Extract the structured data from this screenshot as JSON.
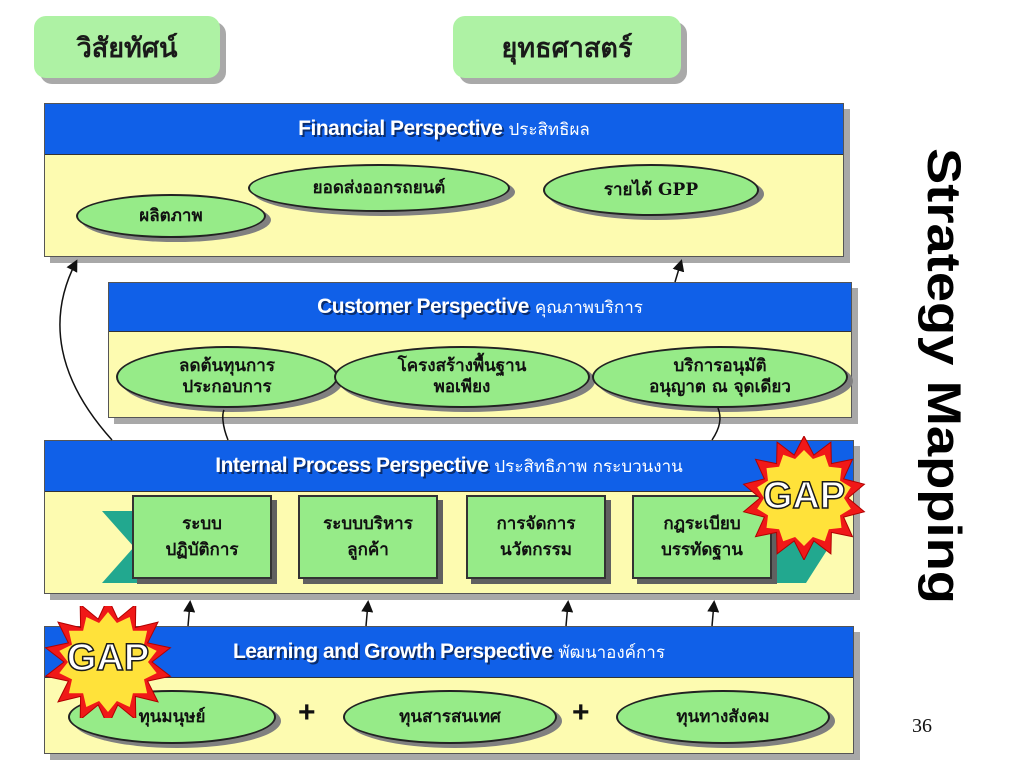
{
  "top": {
    "vision": "วิสัยทัศน์",
    "strategy": "ยุทธศาสตร์"
  },
  "financial": {
    "title_en": "Financial Perspective",
    "title_th": "ประสิทธิผล",
    "items": [
      "ยอดส่งออกรถยนต์",
      "รายได้ GPP",
      "ผลิตภาพ"
    ]
  },
  "customer": {
    "title_en": "Customer Perspective",
    "title_th": "คุณภาพบริการ",
    "items": [
      {
        "line1": "ลดต้นทุนการ",
        "line2": "ประกอบการ"
      },
      {
        "line1": "โครงสร้างพื้นฐาน",
        "line2": "พอเพียง"
      },
      {
        "line1": "บริการอนุมัติ",
        "line2": "อนุญาต ณ จุดเดียว"
      }
    ]
  },
  "internal": {
    "title_en": "Internal Process Perspective",
    "title_th": "ประสิทธิภาพ กระบวนงาน",
    "items": [
      {
        "line1": "ระบบ",
        "line2": "ปฏิบัติการ"
      },
      {
        "line1": "ระบบบริหาร",
        "line2": "ลูกค้า"
      },
      {
        "line1": "การจัดการ",
        "line2": "นวัตกรรม"
      },
      {
        "line1": "กฎระเบียบ",
        "line2": "บรรทัดฐาน"
      }
    ]
  },
  "learning": {
    "title_en": "Learning and Growth Perspective",
    "title_th": "พัฒนาองค์การ",
    "items": [
      "ทุนมนุษย์",
      "ทุนสารสนเทศ",
      "ทุนทางสังคม"
    ],
    "plus": "+"
  },
  "gap_label": "GAP",
  "side_title": "Strategy Mapping",
  "page_number": "36",
  "colors": {
    "header_blue": "#1060e8",
    "panel_yellow": "#fdfbb0",
    "box_green": "#96eb88",
    "teal_arrow": "#22a88f",
    "burst_red": "#f01818",
    "burst_yellow": "#ffe23a"
  }
}
